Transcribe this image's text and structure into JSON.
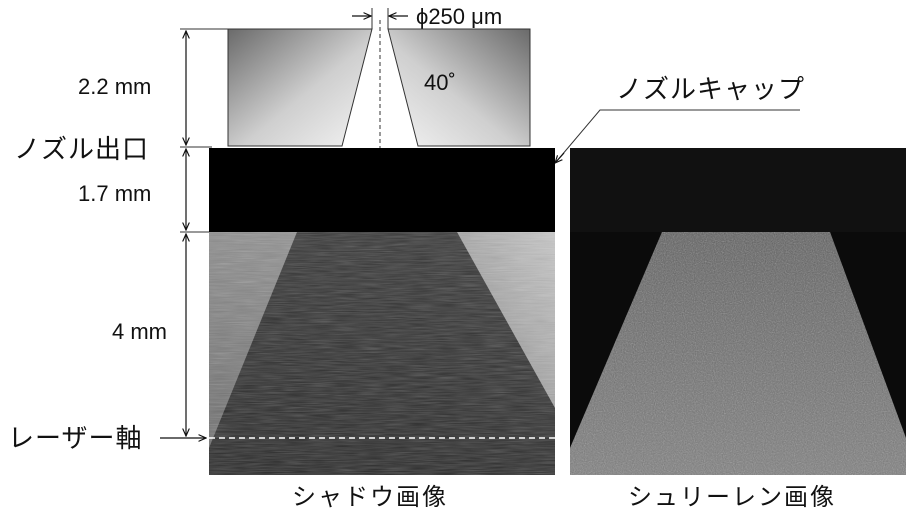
{
  "annotations": {
    "orifice_diameter": "ϕ250 μm",
    "cone_angle": "40˚",
    "nozzle_cap": "ノズルキャップ",
    "nozzle_exit": "ノズル出口",
    "laser_axis": "レーザー軸"
  },
  "dimensions": {
    "nozzle_length": "2.2 mm",
    "cap_thickness": "1.7 mm",
    "exit_to_laser": "4 mm"
  },
  "images": {
    "shadow_title": "シャドウ画像",
    "schlieren_title": "シュリーレン画像"
  },
  "colors": {
    "nozzle_gradient_dark": "#6e6e6e",
    "nozzle_gradient_light": "#f2f2f2",
    "cap_black": "#000000",
    "shadow_background": "#a9a9a9",
    "schlieren_background": "#0b0b0b",
    "laser_line": "#ffffff"
  }
}
